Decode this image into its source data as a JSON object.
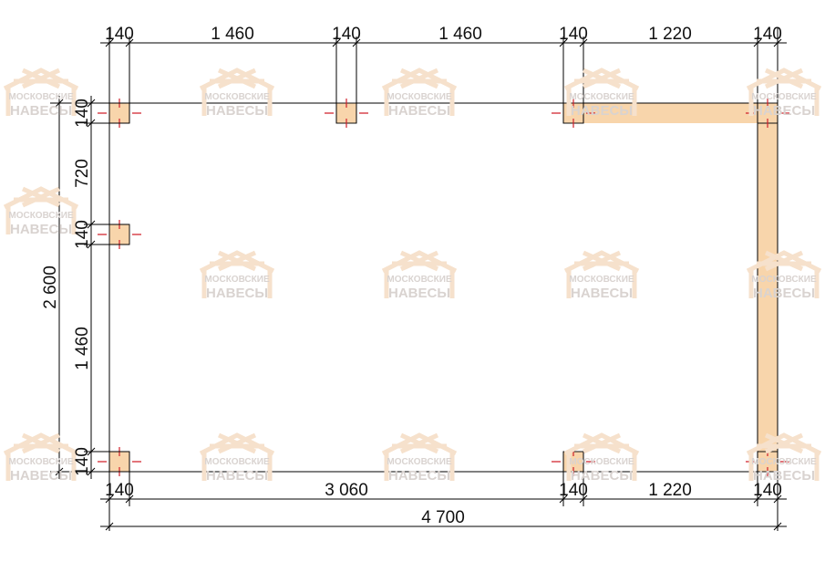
{
  "drawing": {
    "top_dimensions": [
      "140",
      "1 460",
      "140",
      "1 460",
      "140",
      "1 220",
      "140"
    ],
    "left_dimensions": [
      "140",
      "720",
      "140",
      "1 460",
      "140"
    ],
    "left_total": "2 600",
    "bottom_dimensions": [
      "140",
      "3 060",
      "140",
      "1 220",
      "140"
    ],
    "bottom_total": "4 700"
  },
  "watermark": {
    "line1": "МОСКОВСКИЕ",
    "line2": "НАВЕСЫ"
  },
  "colors": {
    "post_fill": "#f8d5ab",
    "axis_mark": "#d0202a",
    "line": "#000000"
  }
}
